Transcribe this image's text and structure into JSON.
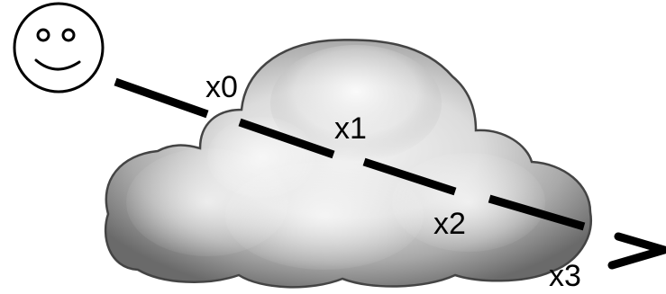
{
  "diagram": {
    "labels": {
      "x0": "x0",
      "x1": "x1",
      "x2": "x2",
      "x3": "x3"
    },
    "icons": {
      "observer": "smiley-face-icon",
      "medium": "cloud-icon",
      "direction": "arrow-head-icon"
    },
    "colors": {
      "stroke": "#000000",
      "cloud_outline": "#444444",
      "cloud_light": "#f2f2f2",
      "cloud_dark": "#6e6e6e",
      "background": "#ffffff"
    }
  }
}
